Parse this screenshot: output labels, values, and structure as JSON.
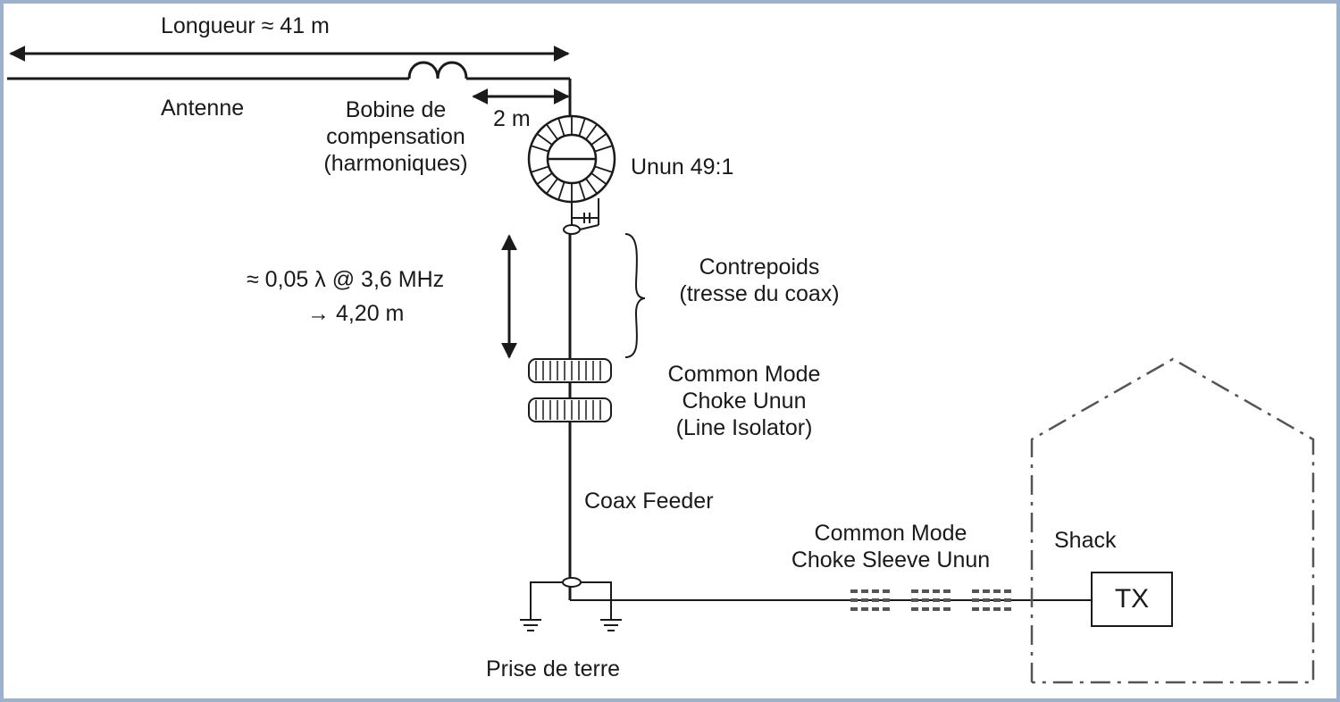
{
  "labels": {
    "length": "Longueur ≈ 41 m",
    "antenna": "Antenne",
    "coil_line1": "Bobine de",
    "coil_line2": "compensation",
    "coil_line3": "(harmoniques)",
    "two_m": "2 m",
    "unun": "Unun 49:1",
    "counterpoise_line1": "Contrepoids",
    "counterpoise_line2": "(tresse du coax)",
    "quarter_line1": "≈ 0,05 λ @ 3,6 MHz",
    "quarter_line2": "→ 4,20 m",
    "choke_line1": "Common Mode",
    "choke_line2": "Choke Unun",
    "choke_line3": "(Line Isolator)",
    "feeder": "Coax Feeder",
    "sleeve_line1": "Common Mode",
    "sleeve_line2": "Choke Sleeve Unun",
    "shack": "Shack",
    "tx": "TX",
    "ground": "Prise de terre"
  },
  "colors": {
    "line": "#1a1a1a",
    "frame_border": "#9cb2cc",
    "dashed": "#555555"
  }
}
